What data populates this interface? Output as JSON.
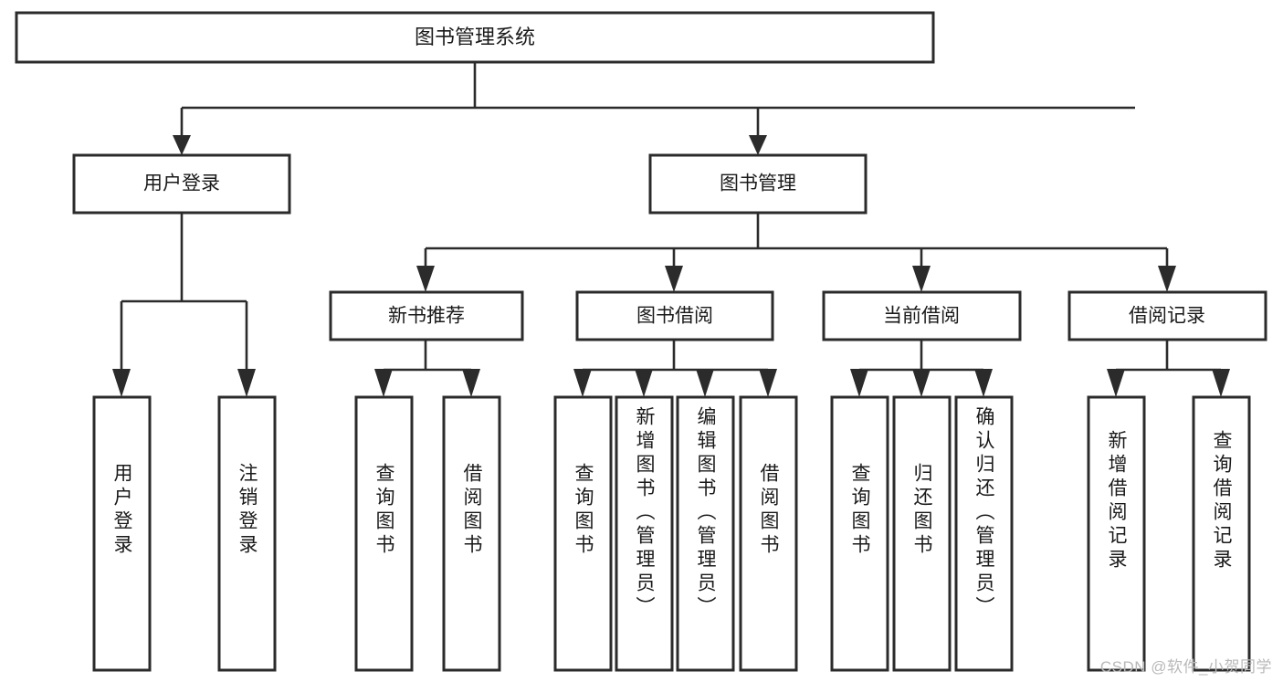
{
  "diagram": {
    "title": "图书管理系统",
    "type": "tree-hierarchy",
    "watermark": "CSDN @软件_小贺同学",
    "colors": {
      "background": "#ffffff",
      "box_stroke": "#2b2b2b",
      "box_fill": "#ffffff",
      "connector": "#2b2b2b",
      "text": "#1a1a1a",
      "watermark": "#b9b9b9"
    },
    "levels": {
      "root": {
        "label": "图书管理系统"
      },
      "level2": [
        {
          "label": "用户登录"
        },
        {
          "label": "图书管理"
        }
      ],
      "level3": [
        {
          "label": "新书推荐"
        },
        {
          "label": "图书借阅"
        },
        {
          "label": "当前借阅"
        },
        {
          "label": "借阅记录"
        }
      ],
      "leaves": {
        "user_login": [
          {
            "label": "用户登录"
          },
          {
            "label": "注销登录"
          }
        ],
        "new_book_recommend": [
          {
            "label": "查询图书"
          },
          {
            "label": "借阅图书"
          }
        ],
        "book_borrow": [
          {
            "label": "查询图书"
          },
          {
            "label": "新增图书（管理员）"
          },
          {
            "label": "编辑图书（管理员）"
          },
          {
            "label": "借阅图书"
          }
        ],
        "current_borrow": [
          {
            "label": "查询图书"
          },
          {
            "label": "归还图书"
          },
          {
            "label": "确认归还（管理员）"
          }
        ],
        "borrow_record": [
          {
            "label": "新增借阅记录"
          },
          {
            "label": "查询借阅记录"
          }
        ]
      }
    }
  }
}
